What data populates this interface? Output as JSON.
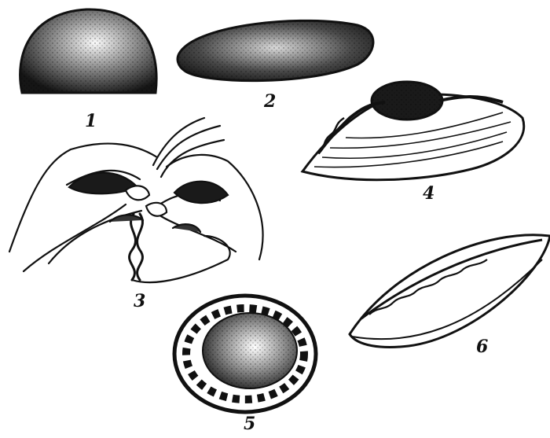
{
  "figure": {
    "labels": {
      "one": "1",
      "two": "2",
      "three": "3",
      "four": "4",
      "five": "5",
      "six": "6"
    },
    "colors": {
      "ink": "#111111",
      "paper": "#ffffff"
    }
  }
}
